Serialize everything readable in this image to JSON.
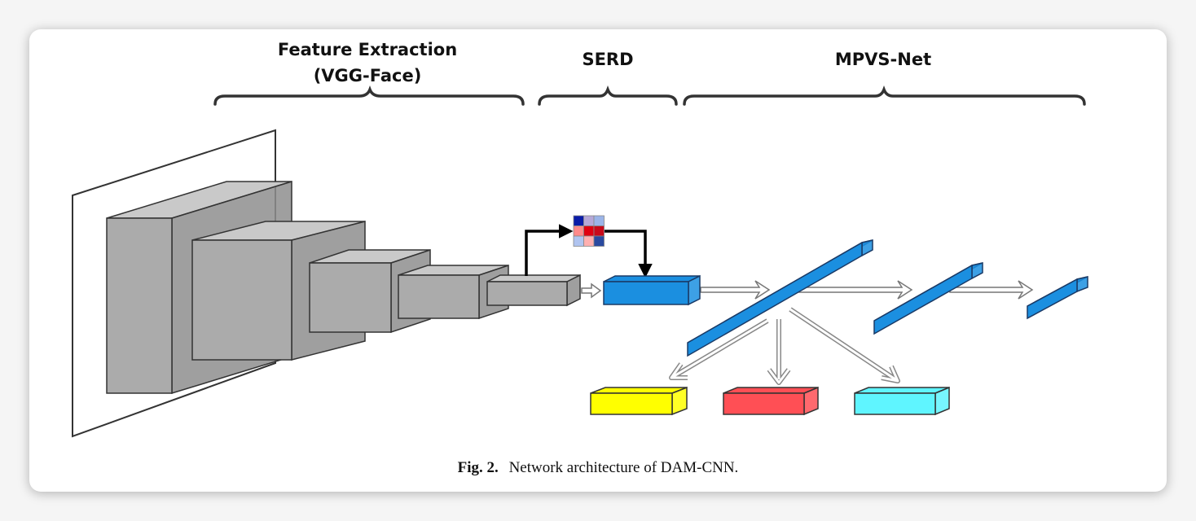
{
  "sections": {
    "feature_extraction_line1": "Feature Extraction",
    "feature_extraction_line2": "(VGG-Face)",
    "serd": "SERD",
    "mpvs_net": "MPVS-Net"
  },
  "caption": {
    "label": "Fig. 2.",
    "text": "Network architecture of DAM-CNN."
  },
  "colors": {
    "cube_front": "#ababab",
    "cube_top": "#c9c9c9",
    "cube_side": "#8e8e8e",
    "feature_blue": "#1b8fe0",
    "output_yellow": "#ffff00",
    "output_red": "#ff4f55",
    "output_cyan": "#5ff5ff"
  },
  "attention_map_cells": [
    "#0a1ca8",
    "#b6a8d8",
    "#9bb4e8",
    "#ff8a8a",
    "#e00010",
    "#c80a1a",
    "#b0c4f0",
    "#ffb0b0",
    "#2a4aa0"
  ]
}
